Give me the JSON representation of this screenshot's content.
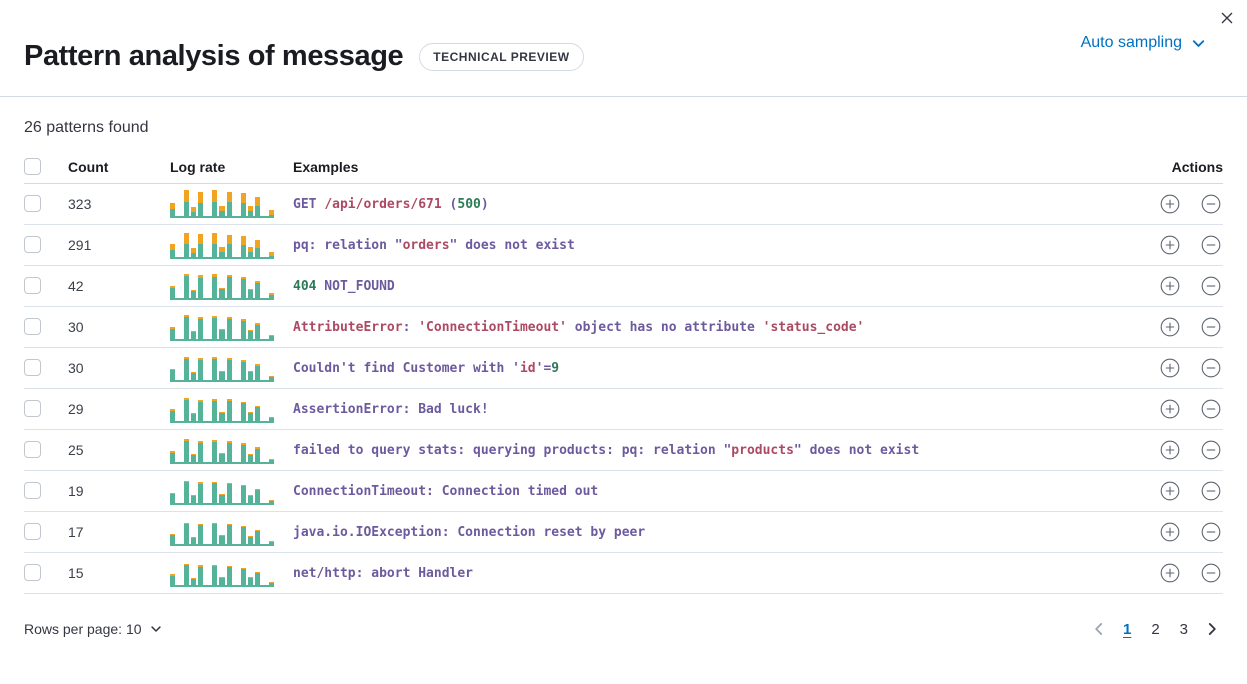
{
  "header": {
    "title": "Pattern analysis of message",
    "badge": "TECHNICAL PREVIEW",
    "sampling_label": "Auto sampling"
  },
  "summary": "26 patterns found",
  "table": {
    "columns": {
      "count": "Count",
      "log_rate": "Log rate",
      "examples": "Examples",
      "actions": "Actions"
    }
  },
  "rows": [
    {
      "count": 323,
      "spark": [
        [
          9,
          6
        ],
        [
          2,
          0
        ],
        [
          16,
          12
        ],
        [
          6,
          5
        ],
        [
          15,
          11
        ],
        [
          2,
          0
        ],
        [
          16,
          12
        ],
        [
          7,
          5
        ],
        [
          16,
          10
        ],
        [
          2,
          0
        ],
        [
          15,
          10
        ],
        [
          7,
          5
        ],
        [
          12,
          9
        ],
        [
          2,
          0
        ],
        [
          3,
          5
        ]
      ],
      "example": [
        {
          "c": "p",
          "t": "GET "
        },
        {
          "c": "r",
          "t": "/api/orders/671"
        },
        {
          "c": "p",
          "t": " ("
        },
        {
          "c": "g",
          "t": "500"
        },
        {
          "c": "p",
          "t": ")"
        }
      ]
    },
    {
      "count": 291,
      "spark": [
        [
          9,
          6
        ],
        [
          2,
          0
        ],
        [
          15,
          11
        ],
        [
          6,
          5
        ],
        [
          15,
          10
        ],
        [
          2,
          0
        ],
        [
          15,
          11
        ],
        [
          7,
          5
        ],
        [
          15,
          9
        ],
        [
          2,
          0
        ],
        [
          14,
          9
        ],
        [
          7,
          5
        ],
        [
          11,
          8
        ],
        [
          2,
          0
        ],
        [
          3,
          4
        ]
      ],
      "example": [
        {
          "c": "p",
          "t": "pq: relation \""
        },
        {
          "c": "r",
          "t": "orders"
        },
        {
          "c": "p",
          "t": "\" does not exist"
        }
      ]
    },
    {
      "count": 42,
      "spark": [
        [
          12,
          2
        ],
        [
          2,
          0
        ],
        [
          24,
          2
        ],
        [
          9,
          1
        ],
        [
          22,
          3
        ],
        [
          2,
          0
        ],
        [
          23,
          3
        ],
        [
          11,
          1
        ],
        [
          23,
          2
        ],
        [
          2,
          0
        ],
        [
          21,
          2
        ],
        [
          10,
          1
        ],
        [
          17,
          2
        ],
        [
          2,
          0
        ],
        [
          5,
          2
        ]
      ],
      "example": [
        {
          "c": "g",
          "t": "404"
        },
        {
          "c": "p",
          "t": " NOT_FOUND"
        }
      ]
    },
    {
      "count": 30,
      "spark": [
        [
          12,
          2
        ],
        [
          2,
          0
        ],
        [
          24,
          2
        ],
        [
          9,
          1
        ],
        [
          22,
          2
        ],
        [
          2,
          0
        ],
        [
          23,
          2
        ],
        [
          11,
          1
        ],
        [
          22,
          2
        ],
        [
          2,
          0
        ],
        [
          20,
          2
        ],
        [
          10,
          1
        ],
        [
          16,
          2
        ],
        [
          2,
          0
        ],
        [
          5,
          1
        ]
      ],
      "example": [
        {
          "c": "r",
          "t": "AttributeError"
        },
        {
          "c": "p",
          "t": ": "
        },
        {
          "c": "r",
          "t": "'ConnectionTimeout'"
        },
        {
          "c": "p",
          "t": " object has no attribute "
        },
        {
          "c": "r",
          "t": "'status_code'"
        }
      ]
    },
    {
      "count": 30,
      "spark": [
        [
          12,
          1
        ],
        [
          2,
          0
        ],
        [
          23,
          2
        ],
        [
          9,
          1
        ],
        [
          22,
          2
        ],
        [
          2,
          0
        ],
        [
          23,
          2
        ],
        [
          10,
          1
        ],
        [
          22,
          2
        ],
        [
          2,
          0
        ],
        [
          20,
          2
        ],
        [
          10,
          1
        ],
        [
          16,
          2
        ],
        [
          2,
          0
        ],
        [
          5,
          1
        ]
      ],
      "example": [
        {
          "c": "p",
          "t": "Couldn't find Customer with '"
        },
        {
          "c": "r",
          "t": "id"
        },
        {
          "c": "p",
          "t": "'="
        },
        {
          "c": "g",
          "t": "9"
        }
      ]
    },
    {
      "count": 29,
      "spark": [
        [
          12,
          2
        ],
        [
          2,
          0
        ],
        [
          23,
          2
        ],
        [
          9,
          1
        ],
        [
          21,
          2
        ],
        [
          2,
          0
        ],
        [
          22,
          2
        ],
        [
          10,
          1
        ],
        [
          22,
          2
        ],
        [
          2,
          0
        ],
        [
          20,
          1
        ],
        [
          10,
          1
        ],
        [
          16,
          1
        ],
        [
          2,
          0
        ],
        [
          5,
          1
        ]
      ],
      "example": [
        {
          "c": "p",
          "t": "AssertionError: Bad luck!"
        }
      ]
    },
    {
      "count": 25,
      "spark": [
        [
          11,
          2
        ],
        [
          2,
          0
        ],
        [
          23,
          2
        ],
        [
          9,
          1
        ],
        [
          21,
          2
        ],
        [
          2,
          0
        ],
        [
          22,
          2
        ],
        [
          10,
          1
        ],
        [
          21,
          2
        ],
        [
          2,
          0
        ],
        [
          19,
          2
        ],
        [
          9,
          1
        ],
        [
          15,
          2
        ],
        [
          2,
          0
        ],
        [
          4,
          1
        ]
      ],
      "example": [
        {
          "c": "p",
          "t": "failed to query stats: querying products: pq: relation \""
        },
        {
          "c": "r",
          "t": "products"
        },
        {
          "c": "p",
          "t": "\" does not exist"
        }
      ]
    },
    {
      "count": 19,
      "spark": [
        [
          11,
          1
        ],
        [
          2,
          0
        ],
        [
          23,
          1
        ],
        [
          9,
          1
        ],
        [
          21,
          2
        ],
        [
          2,
          0
        ],
        [
          22,
          1
        ],
        [
          10,
          1
        ],
        [
          21,
          1
        ],
        [
          2,
          0
        ],
        [
          19,
          1
        ],
        [
          9,
          1
        ],
        [
          15,
          1
        ],
        [
          2,
          0
        ],
        [
          4,
          1
        ]
      ],
      "example": [
        {
          "c": "p",
          "t": "ConnectionTimeout: Connection timed out"
        }
      ]
    },
    {
      "count": 17,
      "spark": [
        [
          11,
          1
        ],
        [
          2,
          0
        ],
        [
          22,
          1
        ],
        [
          8,
          1
        ],
        [
          21,
          1
        ],
        [
          2,
          0
        ],
        [
          22,
          1
        ],
        [
          10,
          1
        ],
        [
          21,
          1
        ],
        [
          2,
          0
        ],
        [
          19,
          1
        ],
        [
          9,
          1
        ],
        [
          15,
          1
        ],
        [
          2,
          0
        ],
        [
          4,
          1
        ]
      ],
      "example": [
        {
          "c": "p",
          "t": "java.io.IOException: Connection reset by peer"
        }
      ]
    },
    {
      "count": 15,
      "spark": [
        [
          11,
          2
        ],
        [
          2,
          0
        ],
        [
          22,
          1
        ],
        [
          8,
          1
        ],
        [
          20,
          2
        ],
        [
          2,
          0
        ],
        [
          21,
          1
        ],
        [
          9,
          1
        ],
        [
          20,
          1
        ],
        [
          2,
          0
        ],
        [
          18,
          1
        ],
        [
          9,
          1
        ],
        [
          14,
          1
        ],
        [
          2,
          0
        ],
        [
          4,
          1
        ]
      ],
      "example": [
        {
          "c": "p",
          "t": "net/http: abort Handler"
        }
      ]
    }
  ],
  "footer": {
    "rows_per_page_label": "Rows per page: 10",
    "pages": [
      "1",
      "2",
      "3"
    ],
    "active_page": "1"
  },
  "icons": {
    "close": "×",
    "chevron_down": "⌄",
    "chevron_left": "‹",
    "chevron_right": "›",
    "plus_in_circle": "⊕",
    "minus_in_circle": "⊖"
  },
  "colors": {
    "accent_blue": "#0071c2",
    "bar_teal": "#54b399",
    "bar_orange": "#f1a41f",
    "row_border": "#dbe2ec",
    "code": {
      "p": "#6d5a9e",
      "r": "#ad4a63",
      "g": "#2d7a56"
    }
  }
}
